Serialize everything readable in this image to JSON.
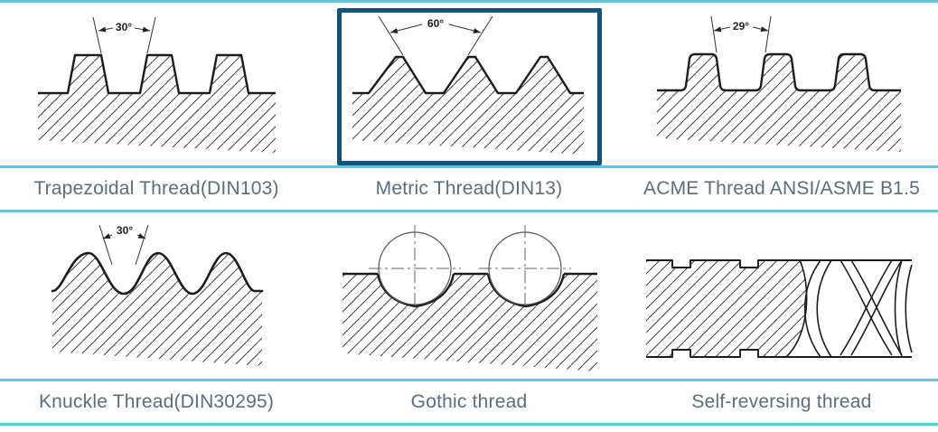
{
  "page": {
    "background_color": "#ffffff",
    "divider_color": "#62c4d6",
    "caption_color": "#5b6e7f",
    "selection_border_color": "#14527e",
    "drawing_line_color": "#1c1c1c"
  },
  "grid": {
    "rows": [
      {
        "cells": [
          {
            "caption": "Trapezoidal Thread(DIN103)",
            "angle_label": "30°",
            "selected": false
          },
          {
            "caption": "Metric Thread(DIN13)",
            "angle_label": "60°",
            "selected": true
          },
          {
            "caption": "ACME Thread ANSI/ASME B1.5",
            "angle_label": "29°",
            "selected": false
          }
        ]
      },
      {
        "cells": [
          {
            "caption": "Knuckle Thread(DIN30295)",
            "angle_label": "30°",
            "selected": false
          },
          {
            "caption": "Gothic thread",
            "selected": false
          },
          {
            "caption": "Self-reversing thread",
            "selected": false
          }
        ]
      }
    ]
  }
}
